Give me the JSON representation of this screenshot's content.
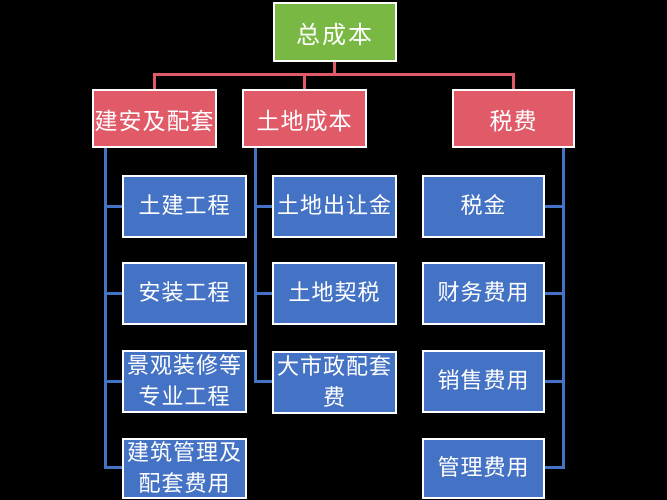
{
  "diagram": {
    "root": {
      "label": "总成本"
    },
    "branches": [
      {
        "label": "建安及配套",
        "children": [
          {
            "label": "土建工程"
          },
          {
            "label": "安装工程"
          },
          {
            "label": "景观装修等\n专业工程"
          },
          {
            "label": "建筑管理及\n配套费用"
          }
        ]
      },
      {
        "label": "土地成本",
        "children": [
          {
            "label": "土地出让金"
          },
          {
            "label": "土地契税"
          },
          {
            "label": "大市政配套\n费"
          }
        ]
      },
      {
        "label": "税费",
        "children": [
          {
            "label": "税金"
          },
          {
            "label": "财务费用"
          },
          {
            "label": "销售费用"
          },
          {
            "label": "管理费用"
          }
        ]
      }
    ],
    "colors": {
      "background": "#000000",
      "root_fill": "#79B943",
      "branch_fill": "#E05A68",
      "leaf_fill": "#4472C4",
      "branch_connector": "#E05A68",
      "leaf_connector": "#4472C4",
      "node_border": "#FFFFFF",
      "text": "#FFFFFF"
    }
  }
}
